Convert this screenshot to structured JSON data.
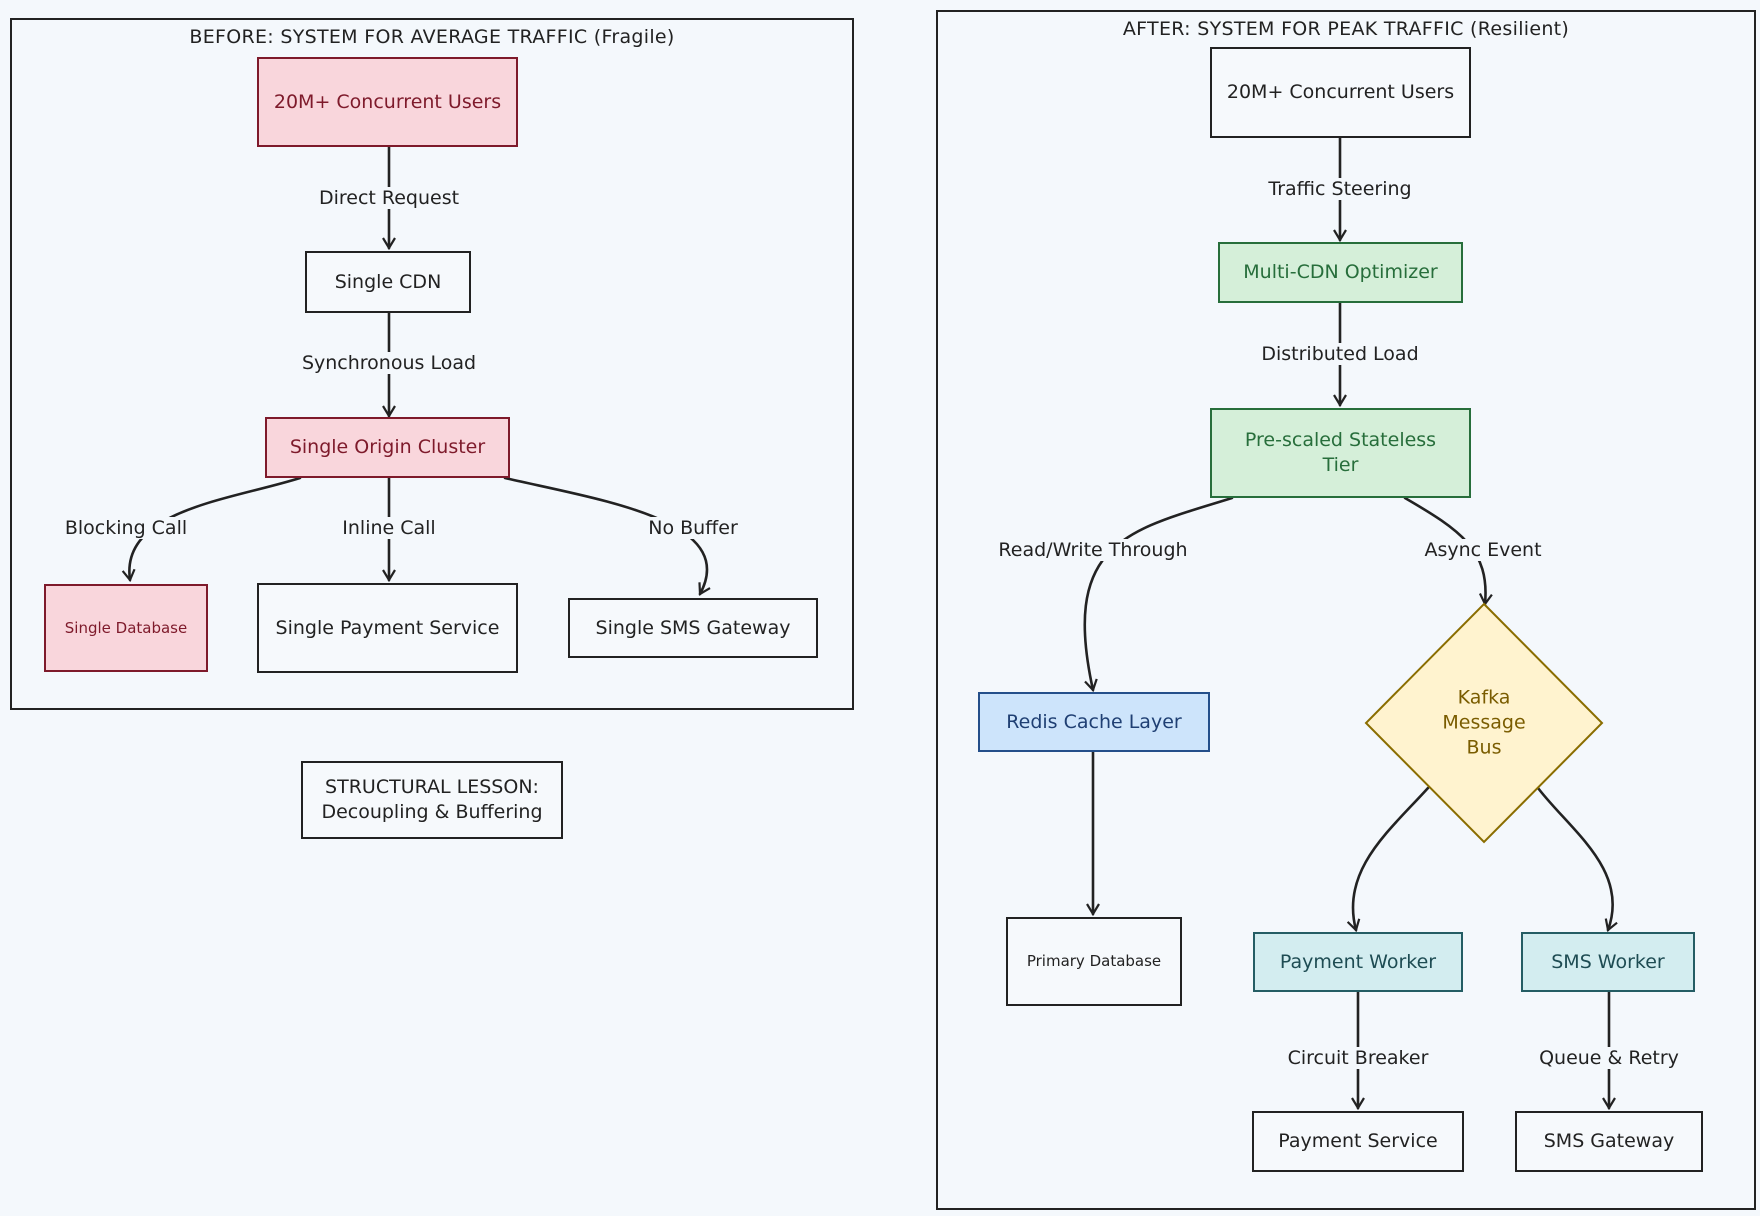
{
  "before": {
    "title": "BEFORE: SYSTEM FOR AVERAGE TRAFFIC (Fragile)",
    "users": "20M+ Concurrent Users",
    "cdn": "Single CDN",
    "origin": "Single Origin Cluster",
    "database": "Single Database",
    "payment": "Single Payment Service",
    "sms": "Single SMS Gateway",
    "edges": {
      "direct_request": "Direct Request",
      "synchronous_load": "Synchronous Load",
      "blocking_call": "Blocking Call",
      "inline_call": "Inline Call",
      "no_buffer": "No Buffer"
    }
  },
  "lesson": "STRUCTURAL LESSON:\nDecoupling & Buffering",
  "after": {
    "title": "AFTER: SYSTEM FOR PEAK TRAFFIC (Resilient)",
    "users": "20M+ Concurrent Users",
    "cdn": "Multi-CDN Optimizer",
    "stateless": "Pre-scaled Stateless\nTier",
    "redis": "Redis Cache Layer",
    "kafka": "Kafka\nMessage\nBus",
    "primary_db": "Primary Database",
    "payment_worker": "Payment Worker",
    "sms_worker": "SMS Worker",
    "payment_service": "Payment Service",
    "sms_gateway": "SMS Gateway",
    "edges": {
      "traffic_steering": "Traffic Steering",
      "distributed_load": "Distributed Load",
      "read_write": "Read/Write Through",
      "async_event": "Async Event",
      "circuit_breaker": "Circuit Breaker",
      "queue_retry": "Queue & Retry"
    }
  },
  "colors": {
    "failure_fill": "#f9d6dc",
    "failure_stroke": "#7e1a2b",
    "healthy_fill": "#d5efd9",
    "healthy_stroke": "#276e3b",
    "cache_fill": "#cde4fb",
    "queue_fill": "#fff3cf",
    "queue_stroke": "#8a6d00",
    "worker_fill": "#d3edf0"
  }
}
